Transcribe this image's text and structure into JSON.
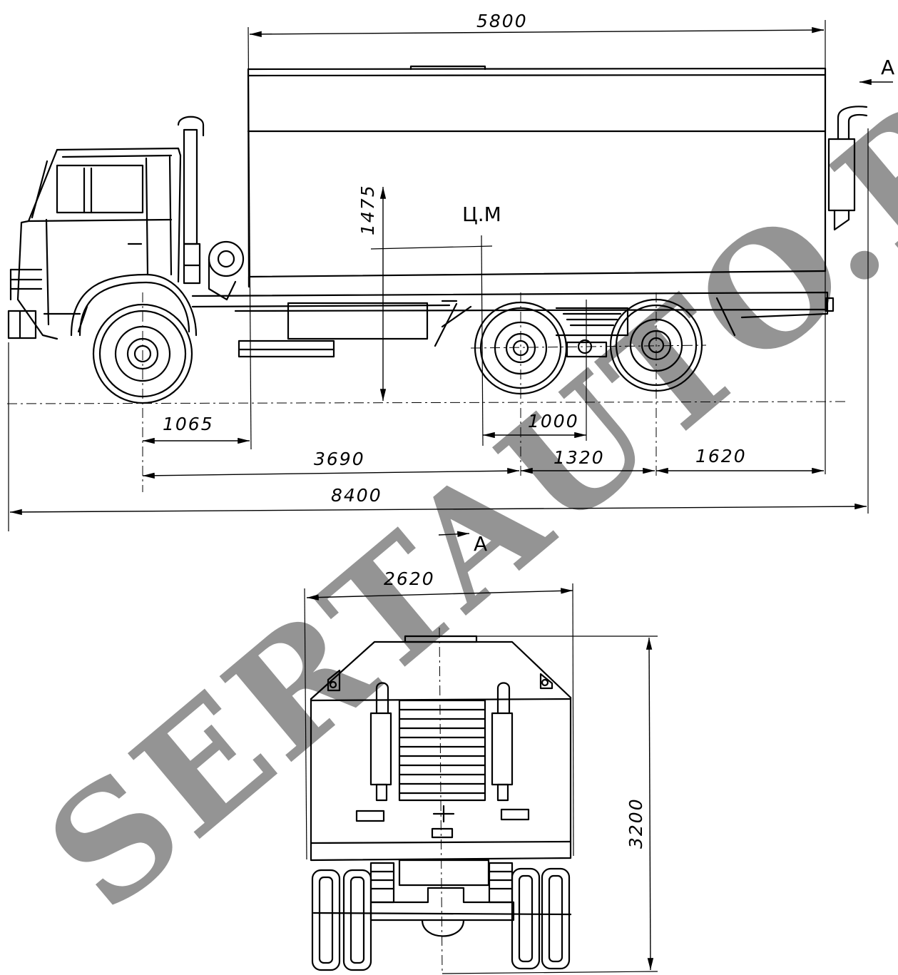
{
  "side_view": {
    "dimensions": {
      "body_length": "5800",
      "height_cm": "1475",
      "front_overhang": "1065",
      "wheelbase": "3690",
      "bogie_cm": "1000",
      "bogie": "1320",
      "rear_overhang": "1620",
      "overall_length": "8400"
    },
    "center_of_mass_label": "Ц.М",
    "section_label_top": "A",
    "section_label_bottom": "A"
  },
  "rear_view": {
    "dimensions": {
      "width": "2620",
      "height": "3200"
    }
  },
  "watermark": "SERTAUTO.RU"
}
